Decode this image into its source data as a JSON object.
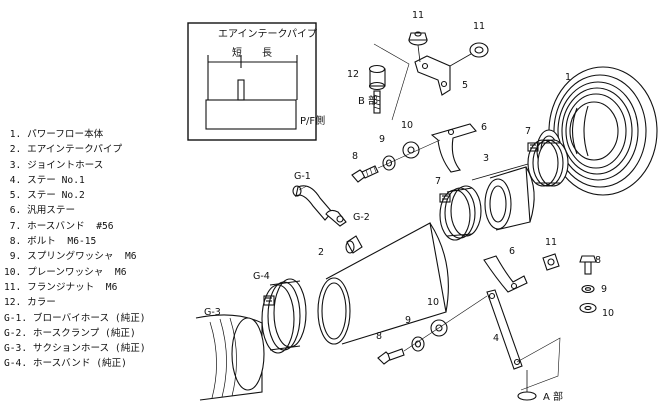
{
  "inset": {
    "title": "エアインテークパイプ",
    "short_label": "短",
    "long_label": "長",
    "pf_side": "P/F側"
  },
  "views": {
    "b": "B 部",
    "a": "A 部"
  },
  "callouts": {
    "n1": "1",
    "n2": "2",
    "n3": "3",
    "n4": "4",
    "n5": "5",
    "n6a": "6",
    "n6b": "6",
    "n7a": "7",
    "n7b": "7",
    "n8a": "8",
    "n8b": "8",
    "n8c": "8",
    "n9a": "9",
    "n9b": "9",
    "n9c": "9",
    "n10a": "10",
    "n10b": "10",
    "n10c": "10",
    "n11a": "11",
    "n11b": "11",
    "n11c": "11",
    "n12": "12",
    "g1": "G-1",
    "g2": "G-2",
    "g3": "G-3",
    "g4": "G-4"
  },
  "parts": [
    " 1. パワーフロー本体",
    " 2. エアインテークパイプ",
    " 3. ジョイントホース",
    " 4. ステー No.1",
    " 5. ステー No.2",
    " 6. 汎用ステー",
    " 7. ホースバンド  #56",
    " 8. ボルト  M6-15",
    " 9. スプリングワッシャ  M6",
    "10. プレーンワッシャ  M6",
    "11. フランジナット  M6",
    "12. カラー",
    "G-1. ブローバイホース (純正)",
    "G-2. ホースクランプ (純正)",
    "G-3. サクションホース (純正)",
    "G-4. ホースバンド (純正)"
  ]
}
